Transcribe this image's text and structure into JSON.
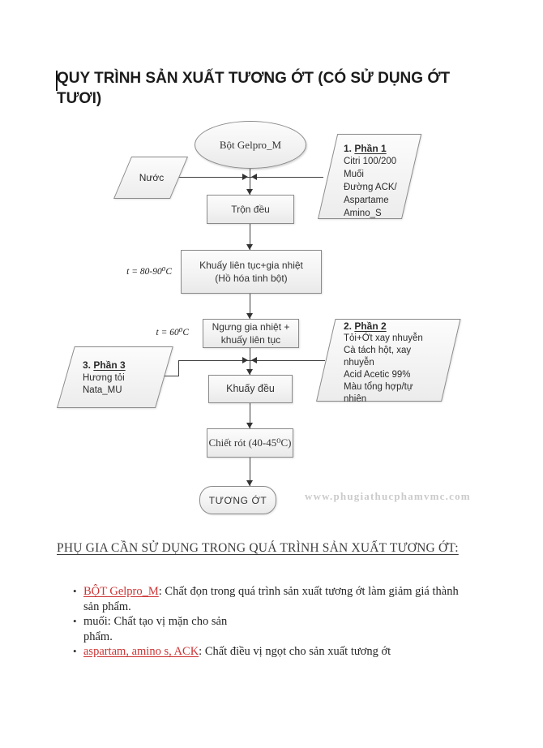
{
  "document": {
    "title": "QUY TRÌNH SẢN XUẤT TƯƠNG ỚT (CÓ SỬ DỤNG ỚT TƯƠI)",
    "section_heading": "PHỤ GIA CẦN SỬ DỤNG TRONG QUÁ TRÌNH SẢN XUẤT TƯƠNG ỚT:"
  },
  "flowchart": {
    "ellipse_gelpro": "Bột Gelpro_M",
    "input_nuoc": "Nước",
    "step_tron_deu": "Trộn đều",
    "step_khuay_gia_nhiet": {
      "line1": "Khuấy liên tục+gia nhiệt",
      "line2": "(Hồ hóa tinh bột)"
    },
    "temp_label_1": "t = 80-90⁰C",
    "step_ngung_gia_nhiet": {
      "line1": "Ngưng gia nhiệt +",
      "line2": "khuấy liên tục"
    },
    "temp_label_2": "t = 60⁰C",
    "step_khuay_deu": "Khuấy đều",
    "step_chiet_rot": "Chiết rót (40-45⁰C)",
    "output_tuong_ot": "TƯƠNG ỚT",
    "phan1": {
      "num": "1. ",
      "title": "Phần 1",
      "lines": [
        "Citri 100/200",
        "Muối",
        "Đường ACK/",
        "Aspartame",
        "Amino_S"
      ]
    },
    "phan2": {
      "num": "2. ",
      "title": "Phần 2",
      "lines": [
        "Tỏi+Ớt xay nhuyễn",
        "Cà tách hột, xay",
        "nhuyễn",
        "Acid Acetic 99%",
        "Màu tổng hợp/tự",
        "nhiên"
      ]
    },
    "phan3": {
      "num": "3. ",
      "title": "Phần 3",
      "lines": [
        "Hương tỏi",
        "Nata_MU"
      ]
    },
    "watermark": "www.phugiathucphamvmc.com"
  },
  "additives": {
    "bullets": [
      {
        "link": "BỘT Gelpro_M",
        "rest": ": Chất đọn trong quá trình sản xuất tương ớt làm giảm giá thành sản phẩm."
      },
      {
        "line1": "muối: Chất tạo vị mặn cho sản",
        "line2": "phẩm."
      },
      {
        "link": "aspartam, amino s, ACK",
        "rest": ": Chất điều vị ngọt cho sản xuất tương ớt"
      }
    ]
  },
  "colors": {
    "link_red": "#cc3333",
    "line_gray": "#404040",
    "watermark_gray": "#cbcbcb"
  }
}
